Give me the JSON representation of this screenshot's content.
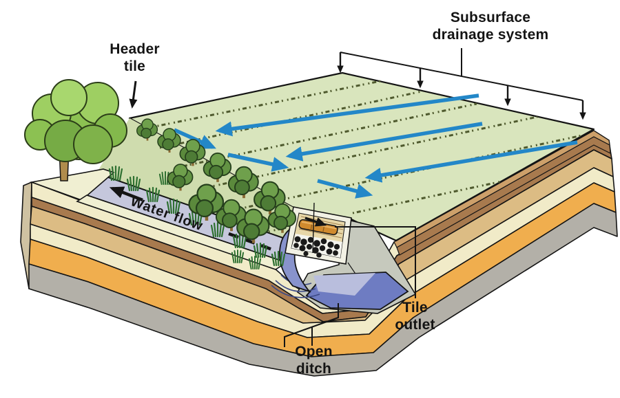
{
  "labels": {
    "header_tile": "Header\ntile",
    "subsurface_drainage": "Subsurface\ndrainage system",
    "water_flow": "Water flow",
    "tile_outlet": "Tile\noutlet",
    "open_ditch": "Open\nditch"
  },
  "colors": {
    "field_green": "#d9e5bd",
    "buffer_green": "#cfdcae",
    "tile_line_olive": "#4f5a2e",
    "arrow_blue": "#2387c8",
    "channel_lavender": "#c5c7dc",
    "ditch_water_blue": "#6e7cc2",
    "ditch_surface_lavender": "#b9bedd",
    "stream_blue": "#8893cc",
    "soil_cream": "#f1ebc8",
    "soil_brown": "#a87a4e",
    "soil_tan": "#dcbc84",
    "soil_orange": "#f0ae4e",
    "soil_gray": "#b3b0a8",
    "topsoil_strip_tan": "#cda06a",
    "pipe_orange": "#d08a2e",
    "concrete_gray": "#c6c9bd",
    "tree_green": "#8cc152",
    "bush_green": "#5b8a3c",
    "grass_green": "#2e7031",
    "outline_black": "#141414"
  }
}
